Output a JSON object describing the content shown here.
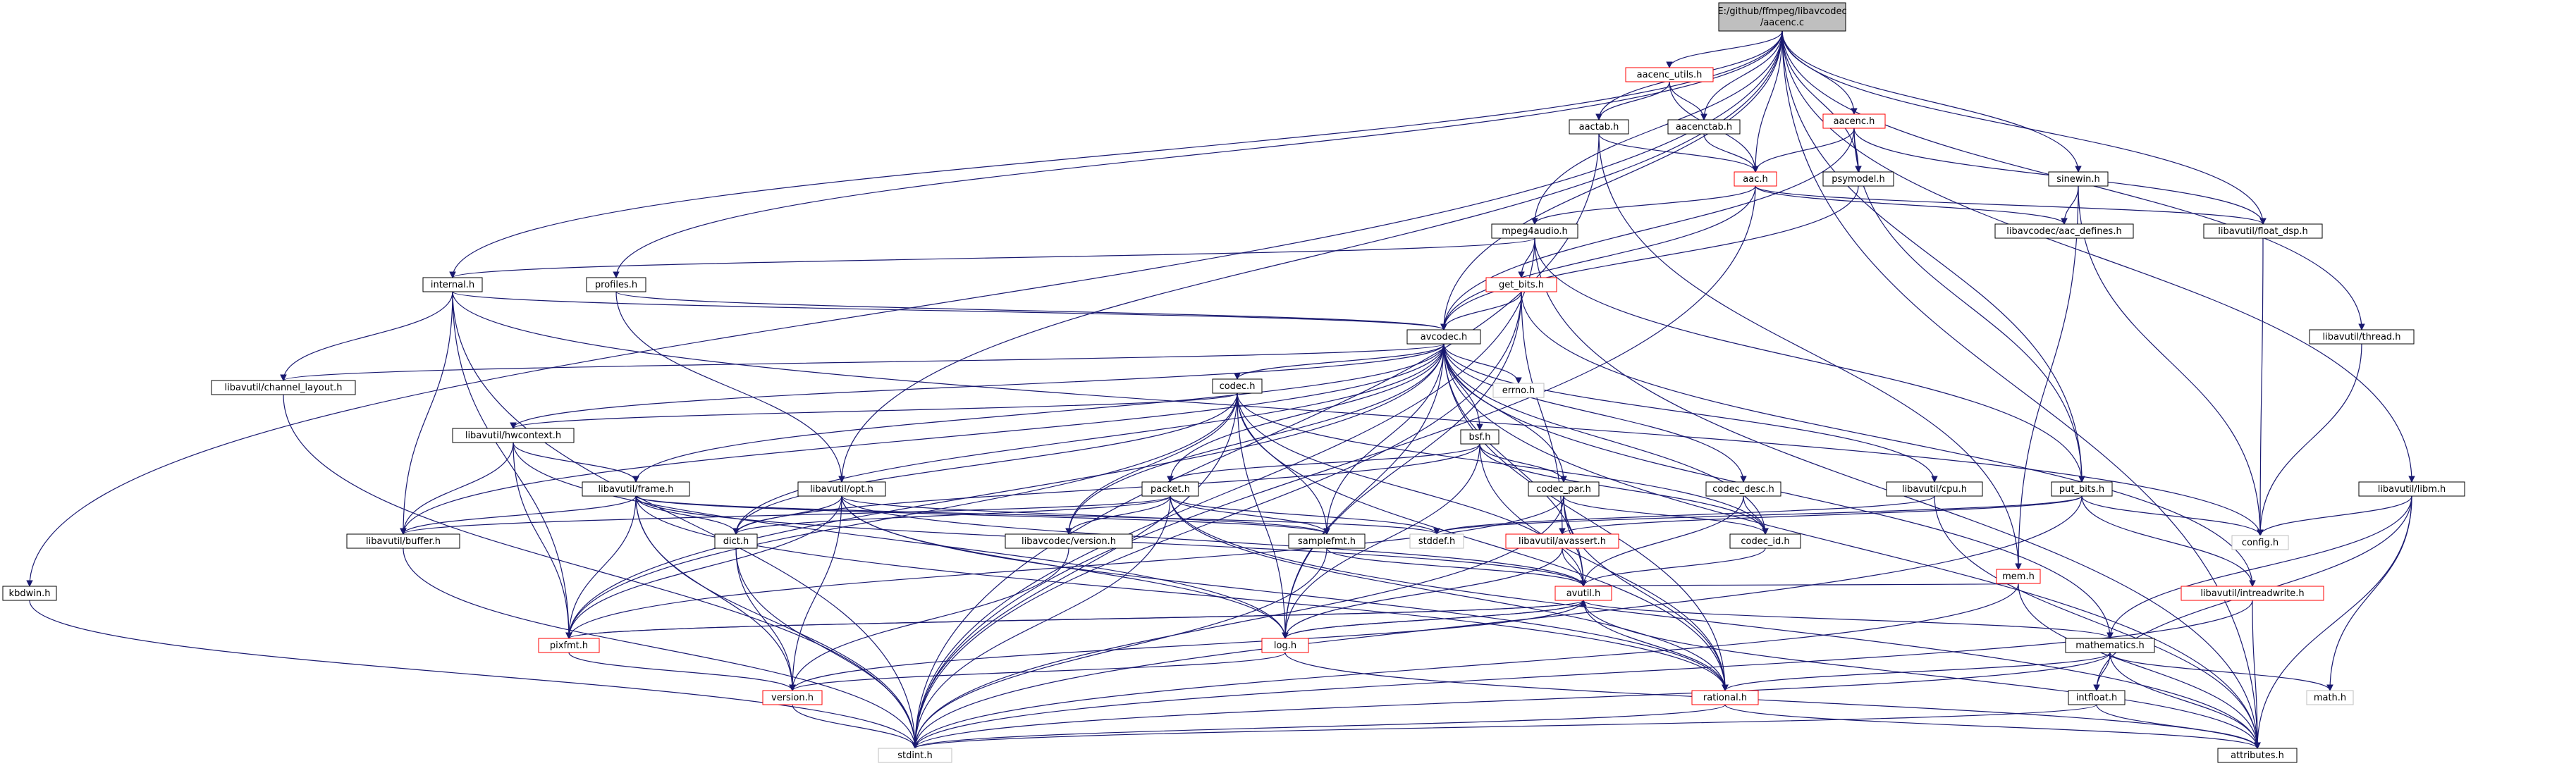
{
  "graph": {
    "root": "aacenc",
    "nodes": [
      {
        "id": "aacenc",
        "lines": [
          "E:/github/ffmpeg/libavcodec",
          "/aacenc.c"
        ],
        "style": "root"
      },
      {
        "id": "aacenc_utils",
        "lines": [
          "aacenc_utils.h"
        ],
        "style": "red"
      },
      {
        "id": "aactab",
        "lines": [
          "aactab.h"
        ],
        "style": "black"
      },
      {
        "id": "aacenctab",
        "lines": [
          "aacenctab.h"
        ],
        "style": "black"
      },
      {
        "id": "aacenc_h",
        "lines": [
          "aacenc.h"
        ],
        "style": "red"
      },
      {
        "id": "aac",
        "lines": [
          "aac.h"
        ],
        "style": "red"
      },
      {
        "id": "psymodel",
        "lines": [
          "psymodel.h"
        ],
        "style": "black"
      },
      {
        "id": "sinewin",
        "lines": [
          "sinewin.h"
        ],
        "style": "black"
      },
      {
        "id": "aac_defines",
        "lines": [
          "libavcodec/aac_defines.h"
        ],
        "style": "black"
      },
      {
        "id": "float_dsp",
        "lines": [
          "libavutil/float_dsp.h"
        ],
        "style": "black"
      },
      {
        "id": "mpeg4audio",
        "lines": [
          "mpeg4audio.h"
        ],
        "style": "black"
      },
      {
        "id": "internal",
        "lines": [
          "internal.h"
        ],
        "style": "black"
      },
      {
        "id": "profiles",
        "lines": [
          "profiles.h"
        ],
        "style": "black"
      },
      {
        "id": "get_bits",
        "lines": [
          "get_bits.h"
        ],
        "style": "red"
      },
      {
        "id": "avcodec",
        "lines": [
          "avcodec.h"
        ],
        "style": "black"
      },
      {
        "id": "thread",
        "lines": [
          "libavutil/thread.h"
        ],
        "style": "black"
      },
      {
        "id": "channel_layout",
        "lines": [
          "libavutil/channel_layout.h"
        ],
        "style": "black"
      },
      {
        "id": "errno",
        "lines": [
          "errno.h"
        ],
        "style": "grey"
      },
      {
        "id": "codec",
        "lines": [
          "codec.h"
        ],
        "style": "black"
      },
      {
        "id": "hwcontext",
        "lines": [
          "libavutil/hwcontext.h"
        ],
        "style": "black"
      },
      {
        "id": "bsf",
        "lines": [
          "bsf.h"
        ],
        "style": "black"
      },
      {
        "id": "frame",
        "lines": [
          "libavutil/frame.h"
        ],
        "style": "black"
      },
      {
        "id": "opt",
        "lines": [
          "libavutil/opt.h"
        ],
        "style": "black"
      },
      {
        "id": "packet",
        "lines": [
          "packet.h"
        ],
        "style": "black"
      },
      {
        "id": "codec_par",
        "lines": [
          "codec_par.h"
        ],
        "style": "black"
      },
      {
        "id": "codec_desc",
        "lines": [
          "codec_desc.h"
        ],
        "style": "black"
      },
      {
        "id": "cpu",
        "lines": [
          "libavutil/cpu.h"
        ],
        "style": "black"
      },
      {
        "id": "put_bits",
        "lines": [
          "put_bits.h"
        ],
        "style": "black"
      },
      {
        "id": "libm",
        "lines": [
          "libavutil/libm.h"
        ],
        "style": "black"
      },
      {
        "id": "buffer",
        "lines": [
          "libavutil/buffer.h"
        ],
        "style": "black"
      },
      {
        "id": "dict",
        "lines": [
          "dict.h"
        ],
        "style": "black"
      },
      {
        "id": "lavc_version",
        "lines": [
          "libavcodec/version.h"
        ],
        "style": "black"
      },
      {
        "id": "samplefmt",
        "lines": [
          "samplefmt.h"
        ],
        "style": "black"
      },
      {
        "id": "stddef",
        "lines": [
          "stddef.h"
        ],
        "style": "grey"
      },
      {
        "id": "avassert",
        "lines": [
          "libavutil/avassert.h"
        ],
        "style": "red"
      },
      {
        "id": "codec_id",
        "lines": [
          "codec_id.h"
        ],
        "style": "black"
      },
      {
        "id": "mem",
        "lines": [
          "mem.h"
        ],
        "style": "red"
      },
      {
        "id": "config",
        "lines": [
          "config.h"
        ],
        "style": "grey"
      },
      {
        "id": "intreadwrite",
        "lines": [
          "libavutil/intreadwrite.h"
        ],
        "style": "red"
      },
      {
        "id": "kbdwin",
        "lines": [
          "kbdwin.h"
        ],
        "style": "black"
      },
      {
        "id": "avutil",
        "lines": [
          "avutil.h"
        ],
        "style": "red"
      },
      {
        "id": "pixfmt",
        "lines": [
          "pixfmt.h"
        ],
        "style": "red"
      },
      {
        "id": "log",
        "lines": [
          "log.h"
        ],
        "style": "red"
      },
      {
        "id": "mathematics",
        "lines": [
          "mathematics.h"
        ],
        "style": "black"
      },
      {
        "id": "version",
        "lines": [
          "version.h"
        ],
        "style": "red"
      },
      {
        "id": "rational",
        "lines": [
          "rational.h"
        ],
        "style": "red"
      },
      {
        "id": "math",
        "lines": [
          "math.h"
        ],
        "style": "grey"
      },
      {
        "id": "intfloat",
        "lines": [
          "intfloat.h"
        ],
        "style": "black"
      },
      {
        "id": "stdint",
        "lines": [
          "stdint.h"
        ],
        "style": "grey"
      },
      {
        "id": "attributes",
        "lines": [
          "attributes.h"
        ],
        "style": "black"
      }
    ],
    "edges": [
      [
        "aacenc",
        "aacenc_utils"
      ],
      [
        "aacenc",
        "aactab"
      ],
      [
        "aacenc",
        "aacenctab"
      ],
      [
        "aacenc",
        "aacenc_h"
      ],
      [
        "aacenc",
        "aac"
      ],
      [
        "aacenc",
        "psymodel"
      ],
      [
        "aacenc",
        "sinewin"
      ],
      [
        "aacenc",
        "float_dsp"
      ],
      [
        "aacenc",
        "mpeg4audio"
      ],
      [
        "aacenc",
        "internal"
      ],
      [
        "aacenc",
        "profiles"
      ],
      [
        "aacenc",
        "avcodec"
      ],
      [
        "aacenc",
        "thread"
      ],
      [
        "aacenc",
        "put_bits"
      ],
      [
        "aacenc",
        "libm"
      ],
      [
        "aacenc",
        "kbdwin"
      ],
      [
        "aacenc",
        "opt"
      ],
      [
        "aacenc",
        "attributes"
      ],
      [
        "aacenc_utils",
        "aactab"
      ],
      [
        "aacenc_utils",
        "aacenctab"
      ],
      [
        "aacenc_utils",
        "aac"
      ],
      [
        "aactab",
        "aac"
      ],
      [
        "aactab",
        "stdint"
      ],
      [
        "aactab",
        "mem"
      ],
      [
        "aacenctab",
        "aac"
      ],
      [
        "aacenc_h",
        "aac"
      ],
      [
        "aacenc_h",
        "psymodel"
      ],
      [
        "aacenc_h",
        "avcodec"
      ],
      [
        "aacenc_h",
        "float_dsp"
      ],
      [
        "aacenc_h",
        "put_bits"
      ],
      [
        "aac",
        "aac_defines"
      ],
      [
        "aac",
        "float_dsp"
      ],
      [
        "aac",
        "mpeg4audio"
      ],
      [
        "aac",
        "avcodec"
      ],
      [
        "aac",
        "stdint"
      ],
      [
        "psymodel",
        "avcodec"
      ],
      [
        "sinewin",
        "aac_defines"
      ],
      [
        "sinewin",
        "config"
      ],
      [
        "sinewin",
        "mem"
      ],
      [
        "float_dsp",
        "config"
      ],
      [
        "mpeg4audio",
        "get_bits"
      ],
      [
        "mpeg4audio",
        "internal"
      ],
      [
        "mpeg4audio",
        "put_bits"
      ],
      [
        "mpeg4audio",
        "stdint"
      ],
      [
        "mpeg4audio",
        "attributes"
      ],
      [
        "internal",
        "avcodec"
      ],
      [
        "internal",
        "channel_layout"
      ],
      [
        "internal",
        "buffer"
      ],
      [
        "internal",
        "pixfmt"
      ],
      [
        "internal",
        "stdint"
      ],
      [
        "internal",
        "config"
      ],
      [
        "profiles",
        "avcodec"
      ],
      [
        "profiles",
        "opt"
      ],
      [
        "get_bits",
        "avcodec"
      ],
      [
        "get_bits",
        "avassert"
      ],
      [
        "get_bits",
        "log"
      ],
      [
        "get_bits",
        "intreadwrite"
      ],
      [
        "get_bits",
        "stdint"
      ],
      [
        "avcodec",
        "channel_layout"
      ],
      [
        "avcodec",
        "errno"
      ],
      [
        "avcodec",
        "codec"
      ],
      [
        "avcodec",
        "hwcontext"
      ],
      [
        "avcodec",
        "bsf"
      ],
      [
        "avcodec",
        "frame"
      ],
      [
        "avcodec",
        "packet"
      ],
      [
        "avcodec",
        "codec_par"
      ],
      [
        "avcodec",
        "codec_desc"
      ],
      [
        "avcodec",
        "cpu"
      ],
      [
        "avcodec",
        "buffer"
      ],
      [
        "avcodec",
        "dict"
      ],
      [
        "avcodec",
        "lavc_version"
      ],
      [
        "avcodec",
        "samplefmt"
      ],
      [
        "avcodec",
        "codec_id"
      ],
      [
        "avcodec",
        "avutil"
      ],
      [
        "avcodec",
        "pixfmt"
      ],
      [
        "avcodec",
        "log"
      ],
      [
        "avcodec",
        "rational"
      ],
      [
        "avcodec",
        "attributes"
      ],
      [
        "avcodec",
        "mathematics"
      ],
      [
        "thread",
        "config"
      ],
      [
        "channel_layout",
        "stdint"
      ],
      [
        "codec",
        "hwcontext"
      ],
      [
        "codec",
        "lavc_version"
      ],
      [
        "codec",
        "samplefmt"
      ],
      [
        "codec",
        "codec_id"
      ],
      [
        "codec",
        "avutil"
      ],
      [
        "codec",
        "log"
      ],
      [
        "codec",
        "pixfmt"
      ],
      [
        "codec",
        "rational"
      ],
      [
        "codec",
        "dict"
      ],
      [
        "codec",
        "stdint"
      ],
      [
        "hwcontext",
        "buffer"
      ],
      [
        "hwcontext",
        "frame"
      ],
      [
        "hwcontext",
        "pixfmt"
      ],
      [
        "hwcontext",
        "log"
      ],
      [
        "bsf",
        "packet"
      ],
      [
        "bsf",
        "codec_par"
      ],
      [
        "bsf",
        "codec_id"
      ],
      [
        "bsf",
        "dict"
      ],
      [
        "bsf",
        "log"
      ],
      [
        "bsf",
        "rational"
      ],
      [
        "frame",
        "buffer"
      ],
      [
        "frame",
        "dict"
      ],
      [
        "frame",
        "samplefmt"
      ],
      [
        "frame",
        "pixfmt"
      ],
      [
        "frame",
        "avutil"
      ],
      [
        "frame",
        "rational"
      ],
      [
        "frame",
        "version"
      ],
      [
        "frame",
        "stdint"
      ],
      [
        "frame",
        "stddef"
      ],
      [
        "opt",
        "dict"
      ],
      [
        "opt",
        "samplefmt"
      ],
      [
        "opt",
        "pixfmt"
      ],
      [
        "opt",
        "avutil"
      ],
      [
        "opt",
        "log"
      ],
      [
        "opt",
        "rational"
      ],
      [
        "opt",
        "version"
      ],
      [
        "packet",
        "buffer"
      ],
      [
        "packet",
        "dict"
      ],
      [
        "packet",
        "lavc_version"
      ],
      [
        "packet",
        "attributes"
      ],
      [
        "packet",
        "rational"
      ],
      [
        "packet",
        "stdint"
      ],
      [
        "packet",
        "stddef"
      ],
      [
        "packet",
        "samplefmt"
      ],
      [
        "codec_par",
        "codec_id"
      ],
      [
        "codec_par",
        "pixfmt"
      ],
      [
        "codec_par",
        "avutil"
      ],
      [
        "codec_par",
        "rational"
      ],
      [
        "codec_par",
        "stdint"
      ],
      [
        "codec_desc",
        "codec_id"
      ],
      [
        "codec_desc",
        "avutil"
      ],
      [
        "cpu",
        "stddef"
      ],
      [
        "cpu",
        "attributes"
      ],
      [
        "put_bits",
        "stdint"
      ],
      [
        "put_bits",
        "stddef"
      ],
      [
        "put_bits",
        "config"
      ],
      [
        "put_bits",
        "avassert"
      ],
      [
        "put_bits",
        "intreadwrite"
      ],
      [
        "libm",
        "config"
      ],
      [
        "libm",
        "attributes"
      ],
      [
        "libm",
        "intfloat"
      ],
      [
        "libm",
        "mathematics"
      ],
      [
        "libm",
        "math"
      ],
      [
        "buffer",
        "stdint"
      ],
      [
        "dict",
        "stdint"
      ],
      [
        "dict",
        "version"
      ],
      [
        "lavc_version",
        "version"
      ],
      [
        "samplefmt",
        "avutil"
      ],
      [
        "samplefmt",
        "stdint"
      ],
      [
        "avassert",
        "avutil"
      ],
      [
        "avassert",
        "log"
      ],
      [
        "codec_id",
        "avutil"
      ],
      [
        "mem",
        "avutil"
      ],
      [
        "mem",
        "attributes"
      ],
      [
        "mem",
        "stdint"
      ],
      [
        "intreadwrite",
        "attributes"
      ],
      [
        "intreadwrite",
        "stdint"
      ],
      [
        "kbdwin",
        "stdint"
      ],
      [
        "avutil",
        "log"
      ],
      [
        "avutil",
        "pixfmt"
      ],
      [
        "avutil",
        "rational"
      ],
      [
        "avutil",
        "mathematics"
      ],
      [
        "avutil",
        "version"
      ],
      [
        "avutil",
        "attributes"
      ],
      [
        "pixfmt",
        "avutil"
      ],
      [
        "pixfmt",
        "version"
      ],
      [
        "log",
        "avutil"
      ],
      [
        "log",
        "attributes"
      ],
      [
        "log",
        "version"
      ],
      [
        "mathematics",
        "rational"
      ],
      [
        "mathematics",
        "intfloat"
      ],
      [
        "mathematics",
        "attributes"
      ],
      [
        "mathematics",
        "math"
      ],
      [
        "mathematics",
        "stdint"
      ],
      [
        "rational",
        "attributes"
      ],
      [
        "rational",
        "stdint"
      ],
      [
        "intfloat",
        "attributes"
      ],
      [
        "intfloat",
        "stdint"
      ],
      [
        "version",
        "stdint"
      ]
    ]
  }
}
